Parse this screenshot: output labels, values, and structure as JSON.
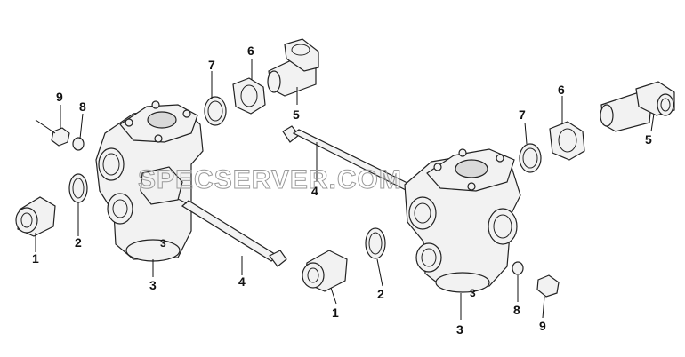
{
  "watermark": "SPECSERVER.COM",
  "callouts": {
    "left": {
      "p1": "1",
      "p2": "2",
      "p3": "3",
      "p3_body": "3",
      "p4": "4",
      "p5": "5",
      "p6": "6",
      "p7": "7",
      "p8": "8",
      "p9": "9"
    },
    "right": {
      "p1": "1",
      "p2": "2",
      "p3": "3",
      "p3_body": "3",
      "p4": "4",
      "p5": "5",
      "p6": "6",
      "p7": "7",
      "p8": "8",
      "p9": "9"
    }
  }
}
